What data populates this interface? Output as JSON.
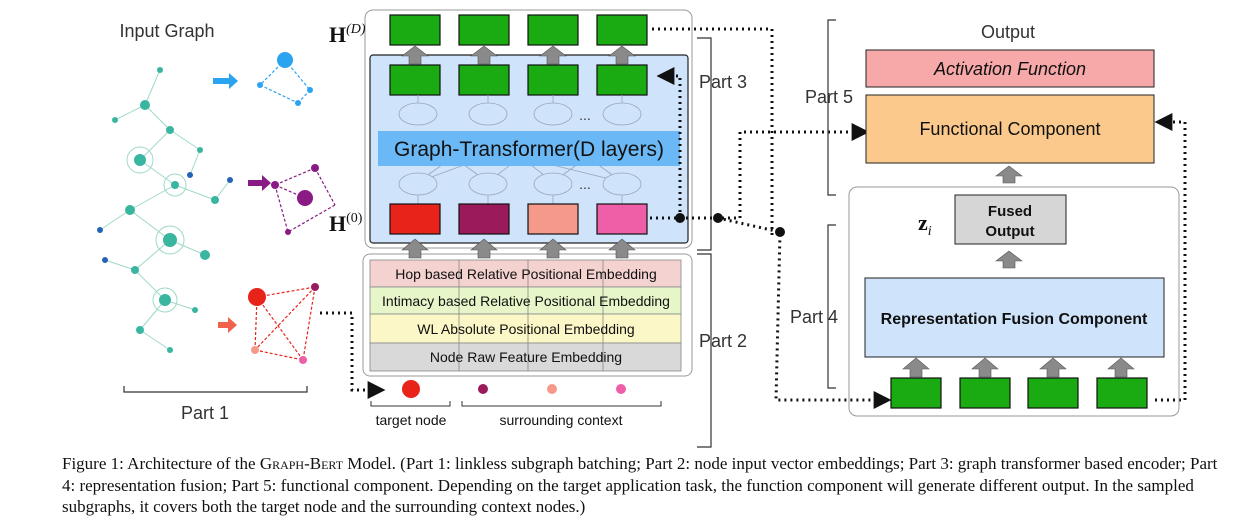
{
  "input_graph": {
    "title": "Input Graph",
    "part_label": "Part 1"
  },
  "encoder": {
    "h_top": "H",
    "h_top_sup": "(D)",
    "h_bottom": "H",
    "h_bottom_sup": "(0)",
    "transformer_label": "Graph-Transformer(D layers)",
    "ellipsis": "...",
    "part3_label": "Part 3"
  },
  "embeddings": {
    "layers": [
      "Hop based Relative Positional Embedding",
      "Intimacy based Relative Positional Embedding",
      "WL Absolute Positional Embedding",
      "Node Raw Feature Embedding"
    ],
    "part2_label": "Part 2",
    "target_node_label": "target node",
    "context_label": "surrounding context"
  },
  "output": {
    "title": "Output",
    "activation_label": "Activation Function",
    "functional_label": "Functional Component",
    "part5_label": "Part 5"
  },
  "fusion": {
    "z_symbol": "z",
    "z_sub": "i",
    "fused_line1": "Fused",
    "fused_line2": "Output",
    "component_label": "Representation Fusion Component",
    "part4_label": "Part 4"
  },
  "colors": {
    "green": "#1aab12",
    "target": "#e8231a",
    "ctx1": "#9b1a5c",
    "ctx2": "#f5998a",
    "ctx3": "#ee5fa8",
    "transformer_bg": "#cfe3fb",
    "transformer_band": "#6ab8f5",
    "hop": "#f4d2cf",
    "intimacy": "#e6f6c9",
    "wl": "#fbf7c6",
    "raw": "#d9d9d9",
    "activation": "#f7a8a8",
    "functional": "#fbc98b",
    "fusion": "#cfe3fb",
    "fused_box": "#d6d6d6",
    "arrow": "#8a8a8a"
  },
  "caption": {
    "prefix": "Figure 1:  Architecture of the ",
    "model": "Graph-Bert",
    "suffix": " Model. (Part 1: linkless subgraph batching; Part 2: node input vector embeddings; Part 3: graph transformer based encoder; Part 4: representation fusion; Part 5: functional component. Depending on the target application task, the function component will generate different output. In the sampled subgraphs, it covers both the target node and the surrounding context nodes.)"
  }
}
